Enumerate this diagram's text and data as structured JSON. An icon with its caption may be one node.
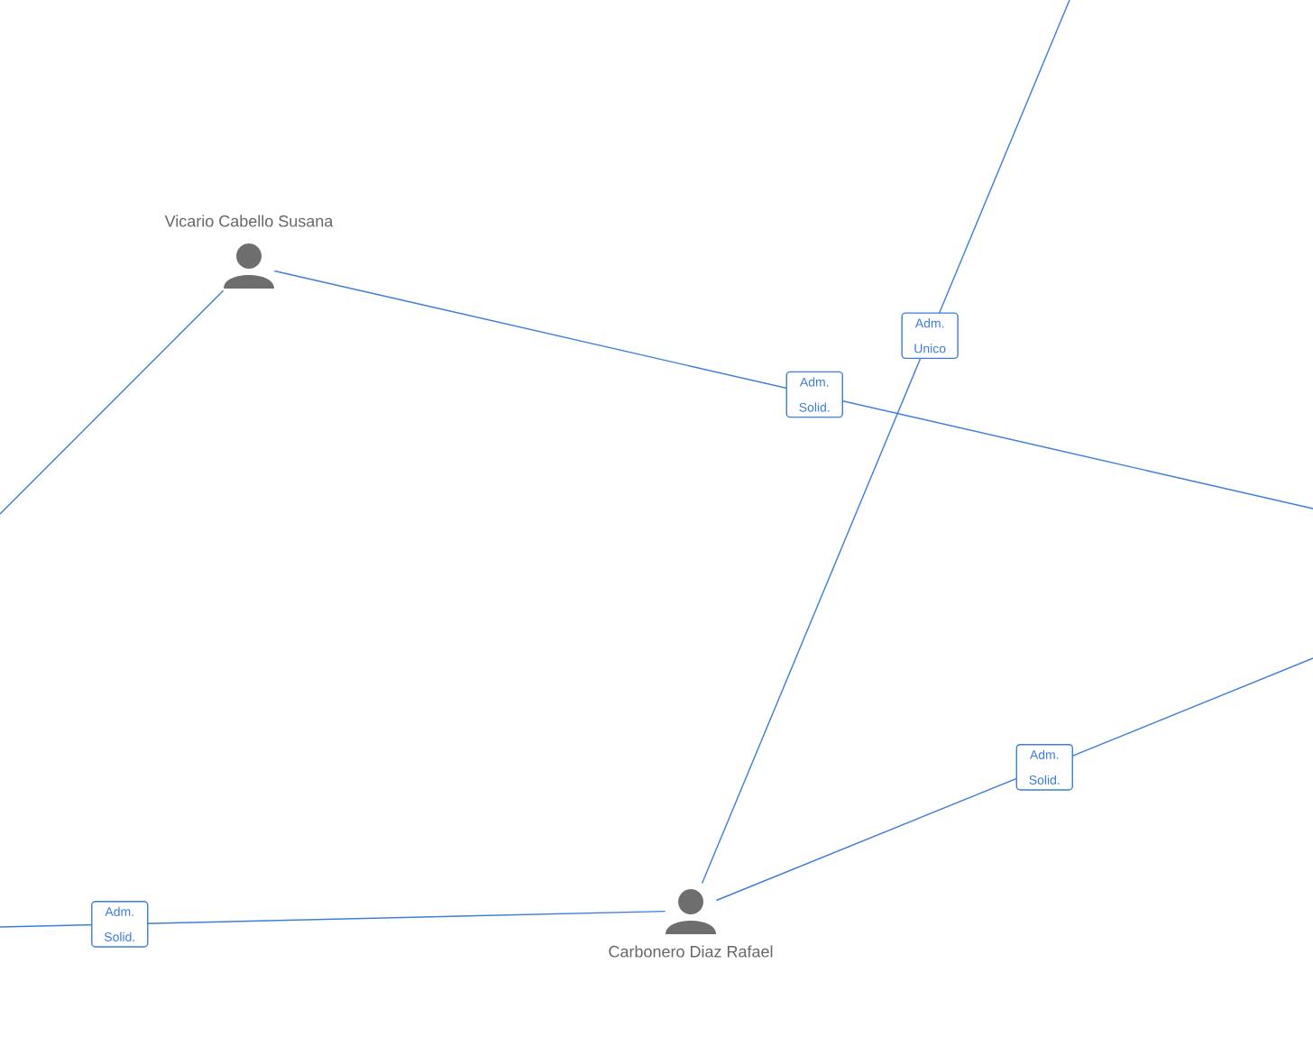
{
  "diagram": {
    "nodes": [
      {
        "text": [
          "Vicario Cabello Susana"
        ]
      },
      {
        "text": [
          "Carbonero Diaz Rafael"
        ]
      }
    ],
    "edges": [
      {
        "from": 0,
        "to": null,
        "arrow": "none",
        "label": "Adm. Solid."
      },
      {
        "from": 0,
        "to": null,
        "arrow": "none"
      },
      {
        "from": 1,
        "to": null,
        "arrow": "none",
        "label": "Adm. Unico"
      },
      {
        "from": 1,
        "to": null,
        "arrow": "none",
        "label": "Adm. Solid."
      },
      {
        "from": 1,
        "to": null,
        "arrow": "none",
        "label": "Adm. Solid."
      }
    ]
  }
}
